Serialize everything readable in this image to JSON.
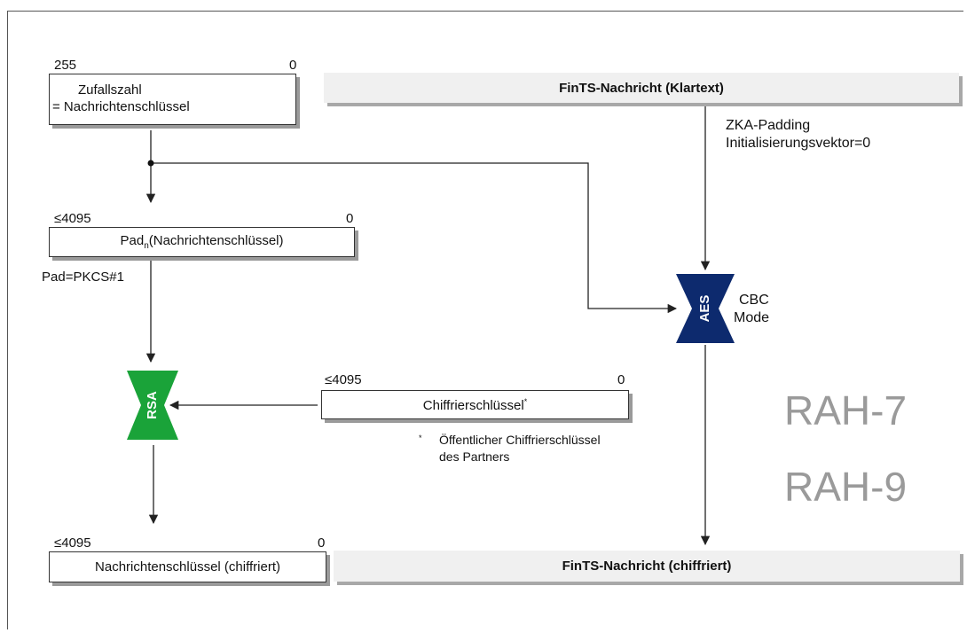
{
  "random_key": {
    "range_high": "255",
    "range_low": "0",
    "line1": "Zufallszahl",
    "line2": "= Nachrichtenschlüssel"
  },
  "padded_key": {
    "range_high": "≤4095",
    "range_low": "0",
    "text_prefix": "Pad",
    "text_sub": "n",
    "text_suffix": "(Nachrichtenschlüssel)",
    "pad_label": "Pad=PKCS#1"
  },
  "cipher_key": {
    "range_high": "≤4095",
    "range_low": "0",
    "text": "Chiffrierschlüssel",
    "sup": "*",
    "footnote_mark": "*",
    "footnote_line1": "Öffentlicher Chiffrierschlüssel",
    "footnote_line2": "des Partners"
  },
  "encrypted_key": {
    "range_high": "≤4095",
    "range_low": "0",
    "text": "Nachrichtenschlüssel (chiffriert)"
  },
  "plain_message": {
    "text": "FinTS-Nachricht (Klartext)"
  },
  "cipher_message": {
    "text": "FinTS-Nachricht (chiffriert)"
  },
  "padding_note": {
    "line1": "ZKA-Padding",
    "line2": "Initialisierungsvektor=0"
  },
  "aes": {
    "label": "AES",
    "mode_line1": "CBC",
    "mode_line2": "Mode",
    "color": "#0d2a6e"
  },
  "rsa": {
    "label": "RSA",
    "color": "#1aa339"
  },
  "profiles": [
    "RAH-7",
    "RAH-9"
  ]
}
